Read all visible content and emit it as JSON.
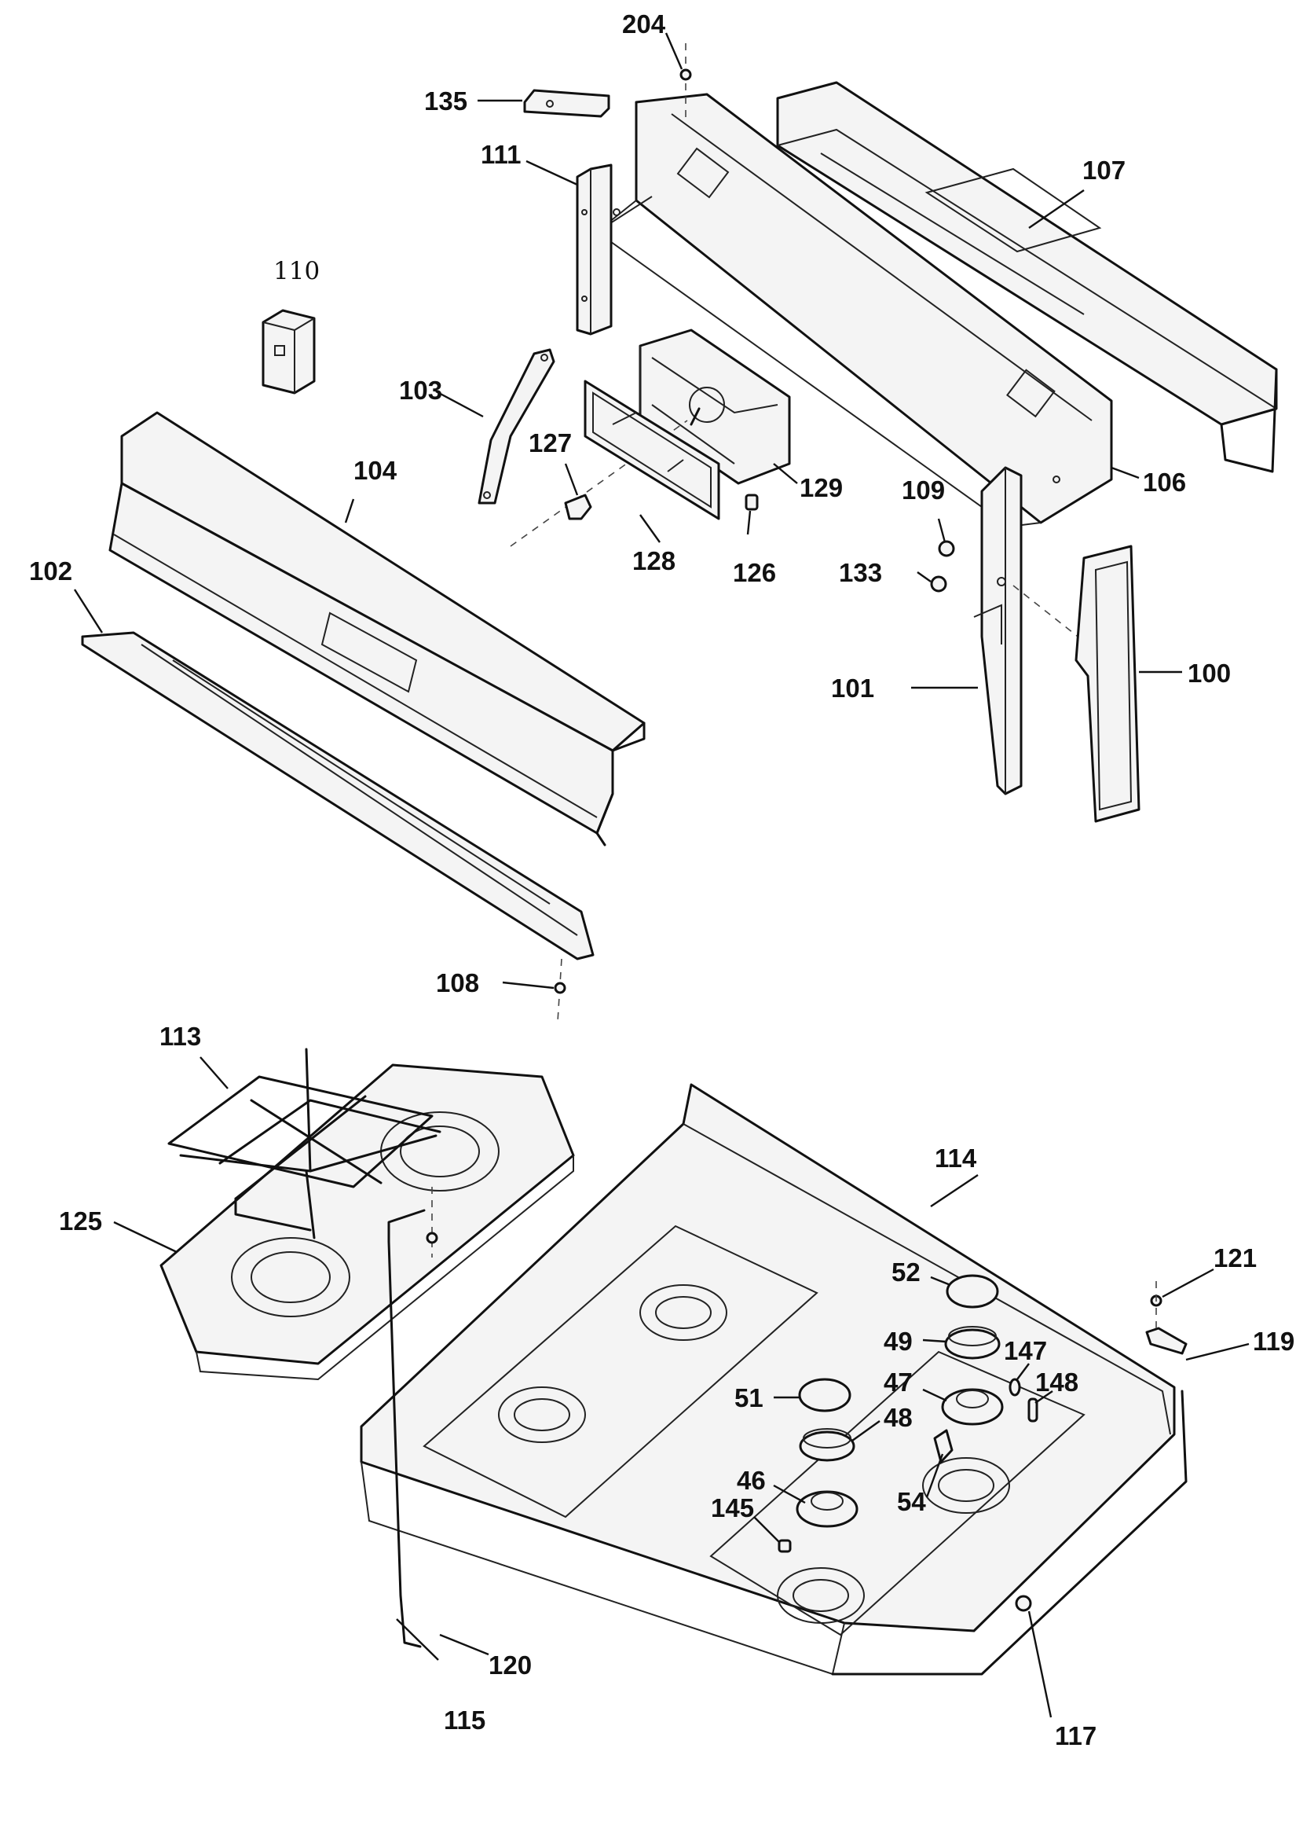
{
  "labels": {
    "p204": "204",
    "p135": "135",
    "p111": "111",
    "p107": "107",
    "p110": "110",
    "p103": "103",
    "p104": "104",
    "p127": "127",
    "p129": "129",
    "p109": "109",
    "p106": "106",
    "p102": "102",
    "p128": "128",
    "p126": "126",
    "p133": "133",
    "p101": "101",
    "p100": "100",
    "p108": "108",
    "p113": "113",
    "p114": "114",
    "p125": "125",
    "p52": "52",
    "p121": "121",
    "p49": "49",
    "p119": "119",
    "p147": "147",
    "p47": "47",
    "p148": "148",
    "p51": "51",
    "p48": "48",
    "p46": "46",
    "p54": "54",
    "p145": "145",
    "p120": "120",
    "p115": "115",
    "p117": "117"
  }
}
